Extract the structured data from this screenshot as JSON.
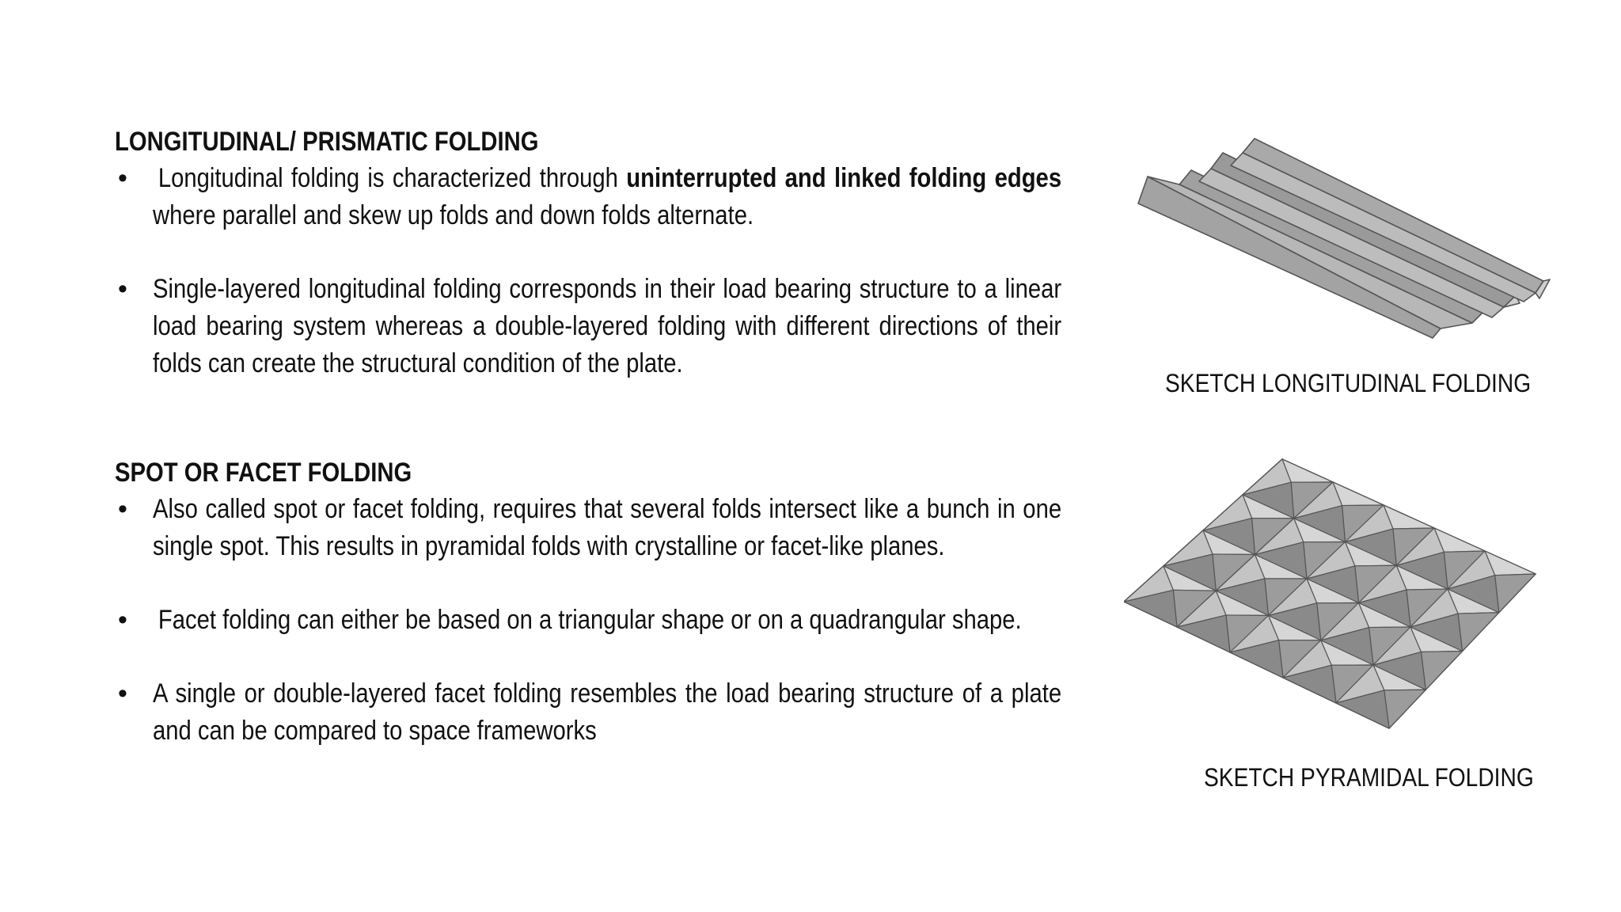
{
  "sections": [
    {
      "title": "LONGITUDINAL/ PRISMATIC FOLDING",
      "bullets": [
        {
          "parts": [
            "Longitudinal folding is characterized through ",
            "uninterrupted and linked folding edges",
            " where parallel and skew up folds and down folds alternate."
          ]
        },
        {
          "text": "Single-layered longitudinal folding corresponds in their load bearing structure to a linear load bearing system whereas a double-layered folding with different directions of their folds can create the structural condition of the plate."
        }
      ]
    },
    {
      "title": "SPOT OR FACET FOLDING",
      "bullets": [
        {
          "text": "Also called spot or facet folding, requires that several folds intersect like a bunch in one single spot. This results in pyramidal folds with crystalline or facet-like planes."
        },
        {
          "text": "Facet folding can either be based on a triangular shape or on a quadrangular shape."
        },
        {
          "text": "A single or double-layered facet folding resembles the load bearing structure of a plate and can be compared to space frameworks"
        }
      ]
    }
  ],
  "bullet_symbol": "•",
  "figures": [
    {
      "caption": "SKETCH LONGITUDINAL FOLDING",
      "icon": "longitudinal-folding-sketch"
    },
    {
      "caption": "SKETCH PYRAMIDAL FOLDING",
      "icon": "pyramidal-folding-sketch"
    }
  ]
}
